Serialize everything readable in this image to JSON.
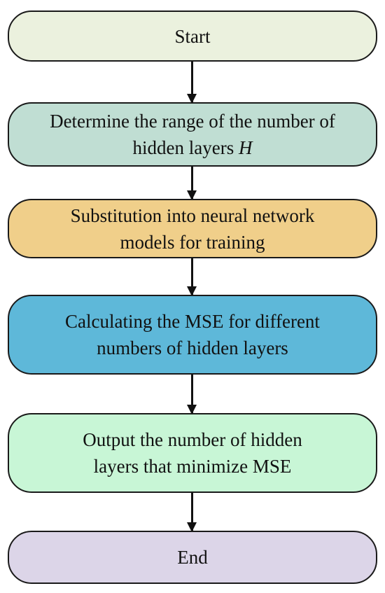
{
  "flowchart": {
    "nodes": [
      {
        "id": "start",
        "lines": [
          "Start"
        ],
        "fill": "#ebf1de"
      },
      {
        "id": "determine-range",
        "lines": [
          "Determine the range of the number of",
          "hidden layers "
        ],
        "italic_suffix": "H",
        "fill": "#c0ded3"
      },
      {
        "id": "substitution",
        "lines": [
          "Substitution into neural network",
          "models for training"
        ],
        "fill": "#f0cf8a"
      },
      {
        "id": "calculating-mse",
        "lines": [
          "Calculating the MSE for different",
          "numbers of hidden layers"
        ],
        "fill": "#5eb8d9"
      },
      {
        "id": "output",
        "lines": [
          "Output the number of hidden",
          "layers that minimize MSE"
        ],
        "fill": "#c8f6d6"
      },
      {
        "id": "end",
        "lines": [
          "End"
        ],
        "fill": "#dcd5e8"
      }
    ],
    "edges": [
      [
        "start",
        "determine-range"
      ],
      [
        "determine-range",
        "substitution"
      ],
      [
        "substitution",
        "calculating-mse"
      ],
      [
        "calculating-mse",
        "output"
      ],
      [
        "output",
        "end"
      ]
    ]
  }
}
